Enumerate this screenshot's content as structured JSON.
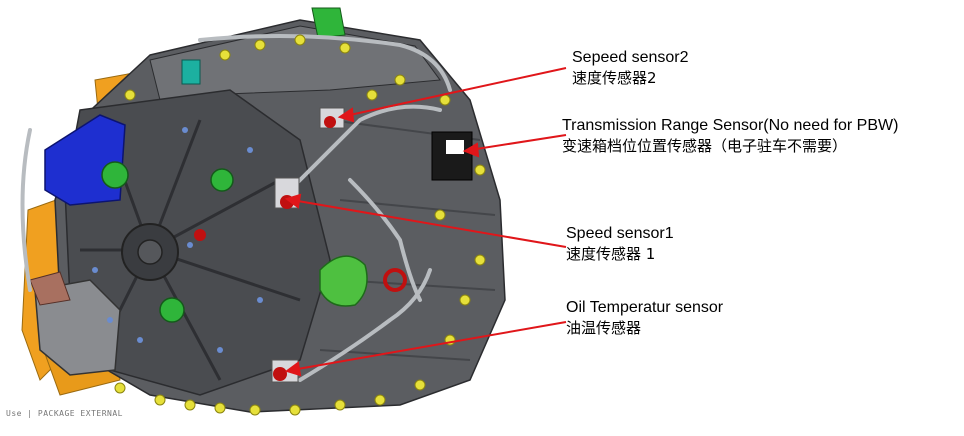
{
  "labels": {
    "speed_sensor2": {
      "en": "Sepeed sensor2",
      "cn": "速度传感器2"
    },
    "range_sensor": {
      "en": "Transmission Range Sensor(No need for PBW)",
      "cn": "变速箱档位位置传感器（电子驻车不需要）"
    },
    "speed_sensor1": {
      "en": "Speed sensor1",
      "cn": "速度传感器 1"
    },
    "oil_temp_sensor": {
      "en": "Oil Temperatur sensor",
      "cn": "油温传感器"
    }
  },
  "footer": "Use | PACKAGE EXTERNAL",
  "colors": {
    "arrow": "#e0161a",
    "housing": "#5b5d61",
    "housing_dark": "#3c3e42",
    "bolt": "#e6e03a",
    "blue_part": "#1e2fd0",
    "orange_part": "#f0a020",
    "green_part": "#2fb53a",
    "pipe": "#b8bcc0"
  }
}
